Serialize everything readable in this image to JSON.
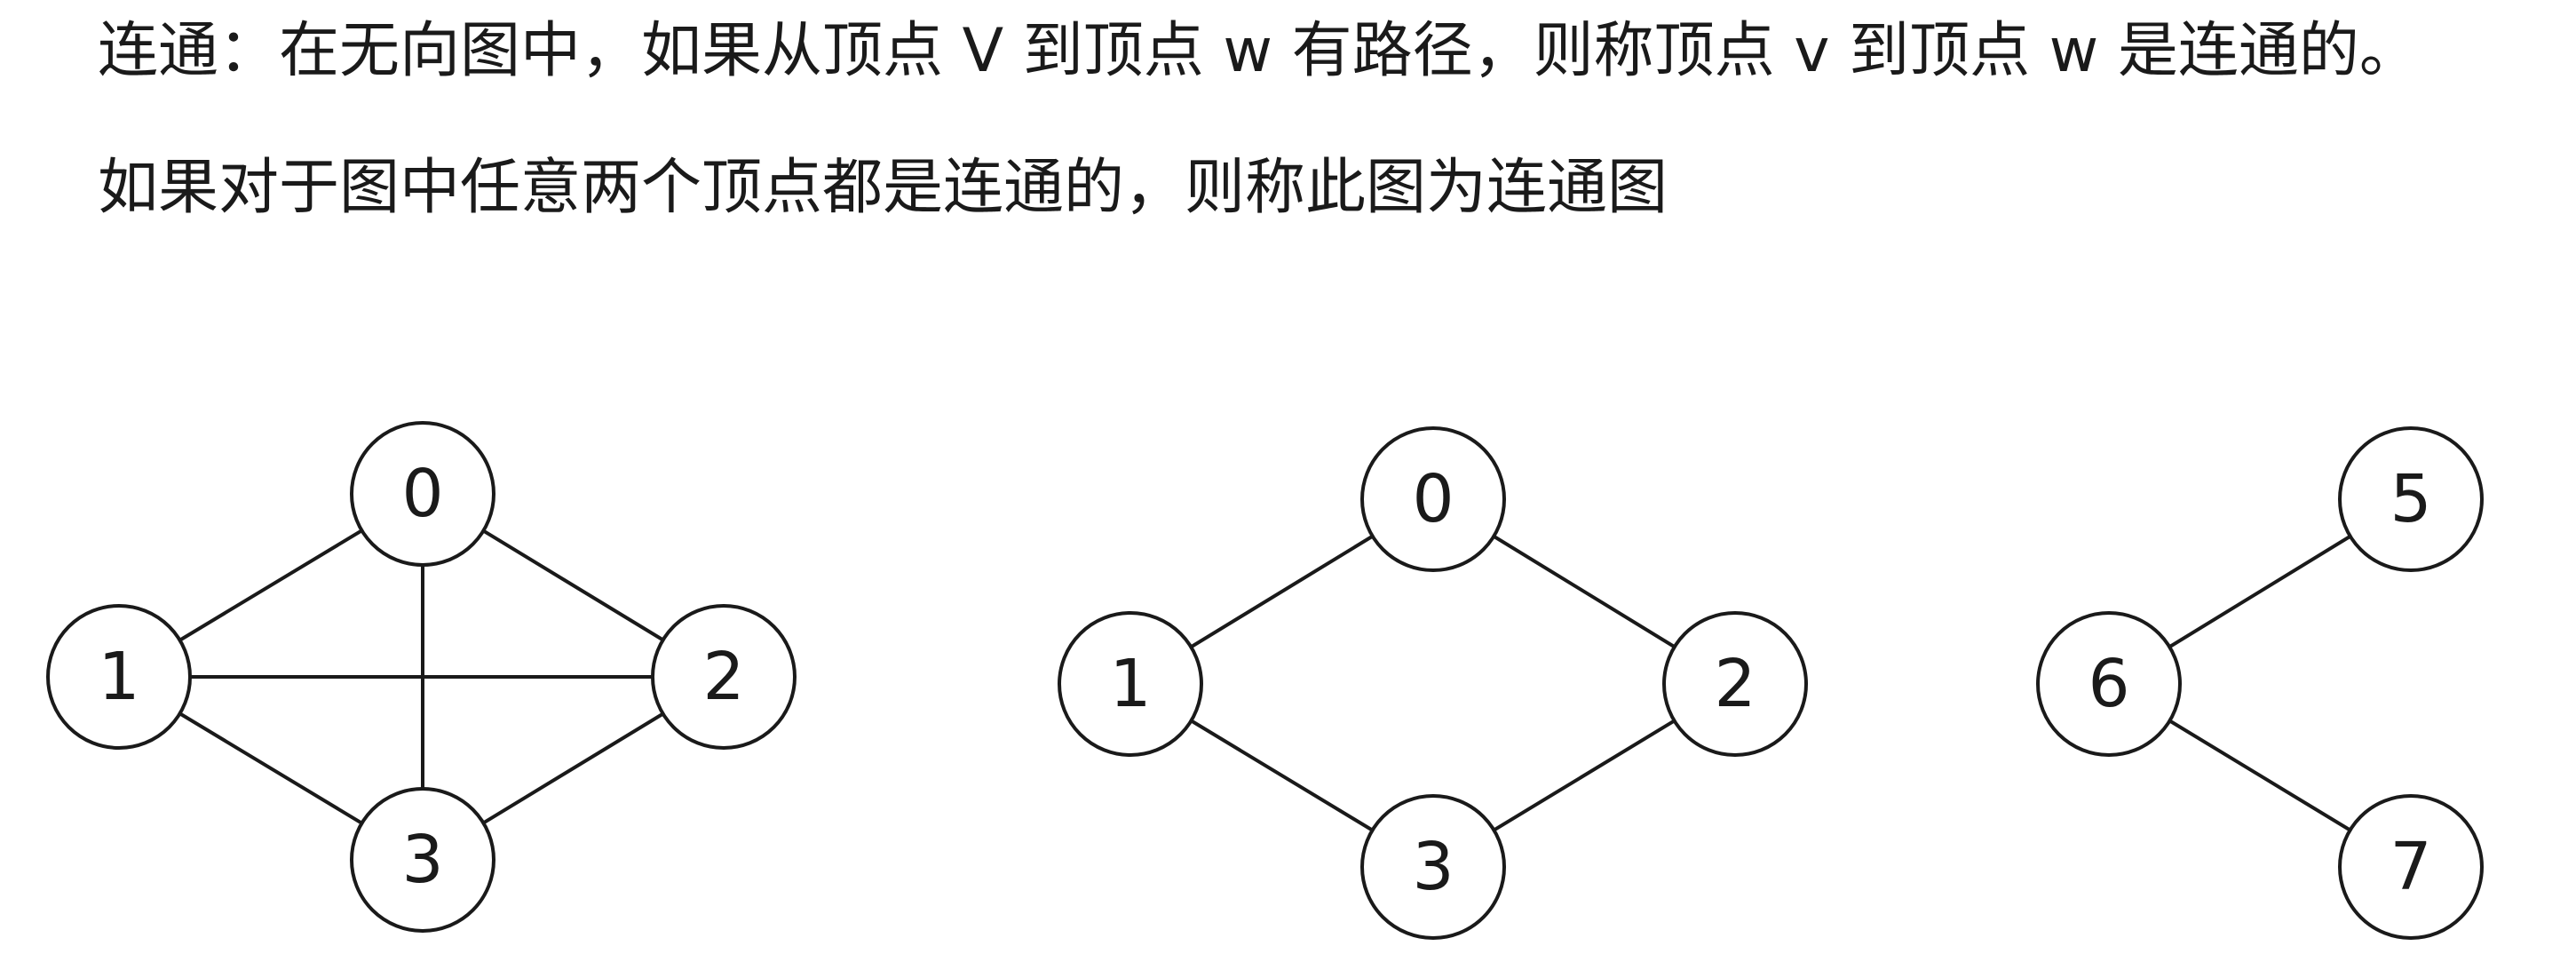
{
  "text": {
    "line1": "连通：在无向图中，如果从顶点 V 到顶点 w 有路径，则称顶点 v 到顶点 w 是连通的。",
    "line2": "如果对于图中任意两个顶点都是连通的，则称此图为连通图"
  },
  "graphs": [
    {
      "nodes": [
        "0",
        "1",
        "2",
        "3"
      ],
      "edges": [
        [
          "0",
          "1"
        ],
        [
          "0",
          "2"
        ],
        [
          "0",
          "3"
        ],
        [
          "1",
          "2"
        ],
        [
          "1",
          "3"
        ],
        [
          "2",
          "3"
        ]
      ]
    },
    {
      "nodes": [
        "0",
        "1",
        "2",
        "3"
      ],
      "edges": [
        [
          "0",
          "1"
        ],
        [
          "0",
          "2"
        ],
        [
          "1",
          "3"
        ],
        [
          "2",
          "3"
        ]
      ]
    },
    {
      "nodes": [
        "5",
        "6",
        "7"
      ],
      "edges": [
        [
          "5",
          "6"
        ],
        [
          "6",
          "7"
        ]
      ]
    }
  ],
  "colors": {
    "stroke": "#1a1a1a",
    "background": "#ffffff"
  }
}
